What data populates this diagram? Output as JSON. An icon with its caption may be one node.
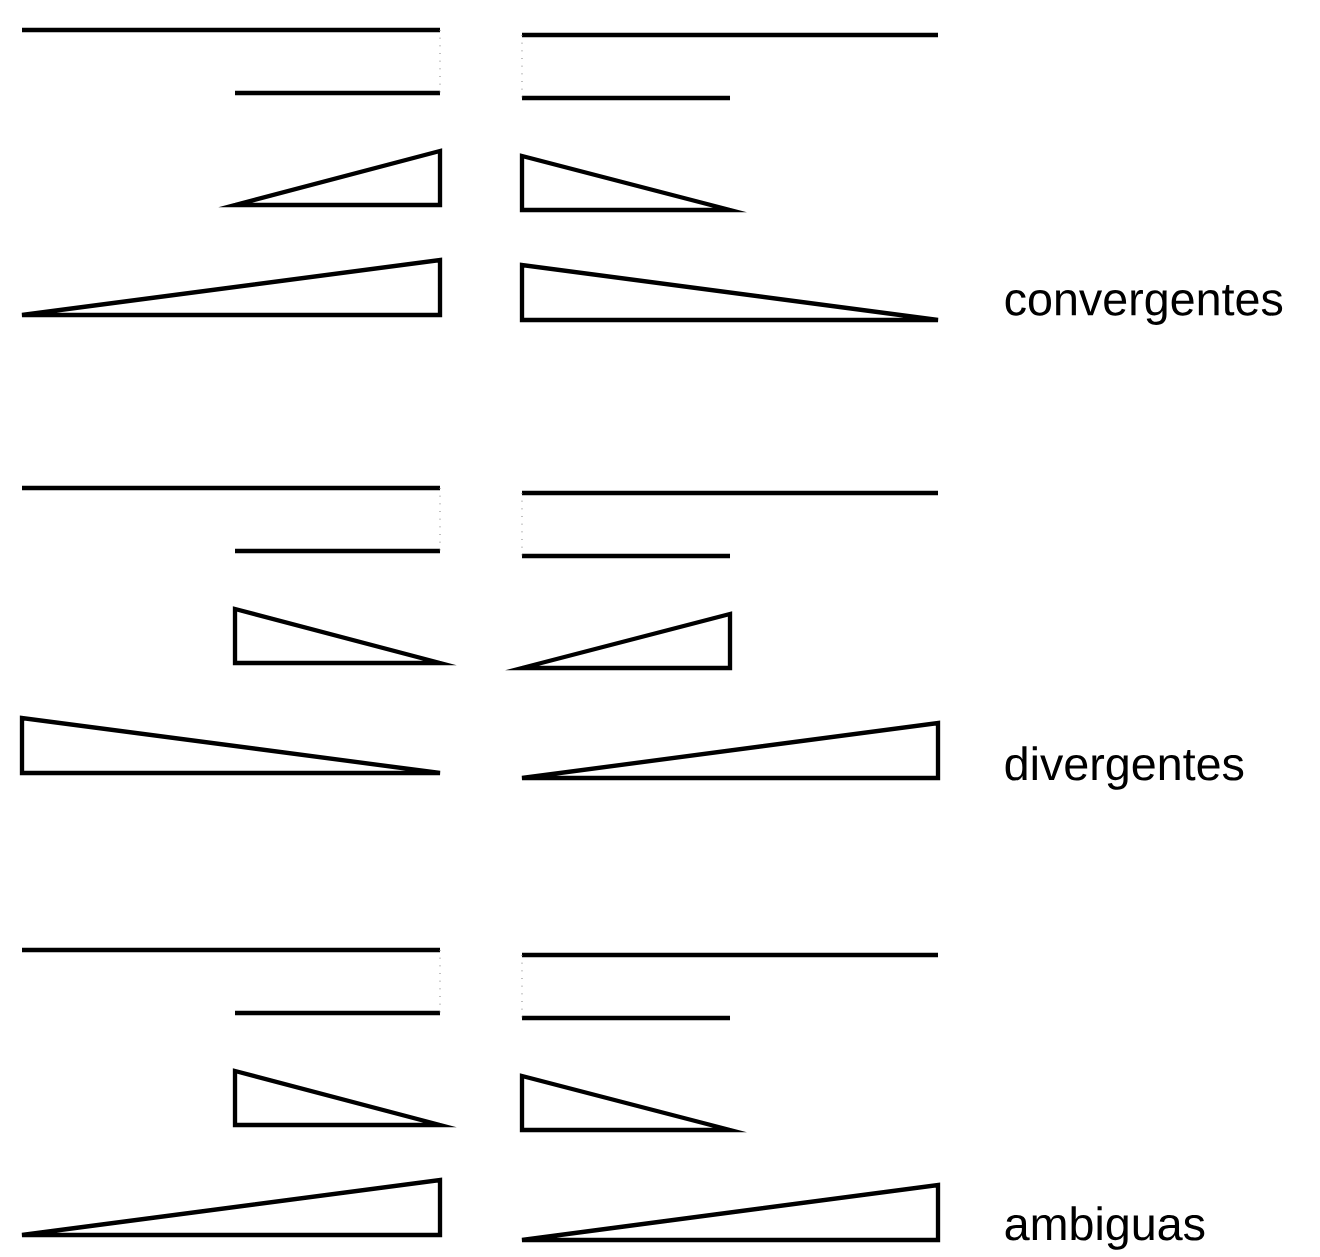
{
  "diagram": {
    "labels": [
      "convergentes",
      "divergentes",
      "ambiguas"
    ]
  }
}
